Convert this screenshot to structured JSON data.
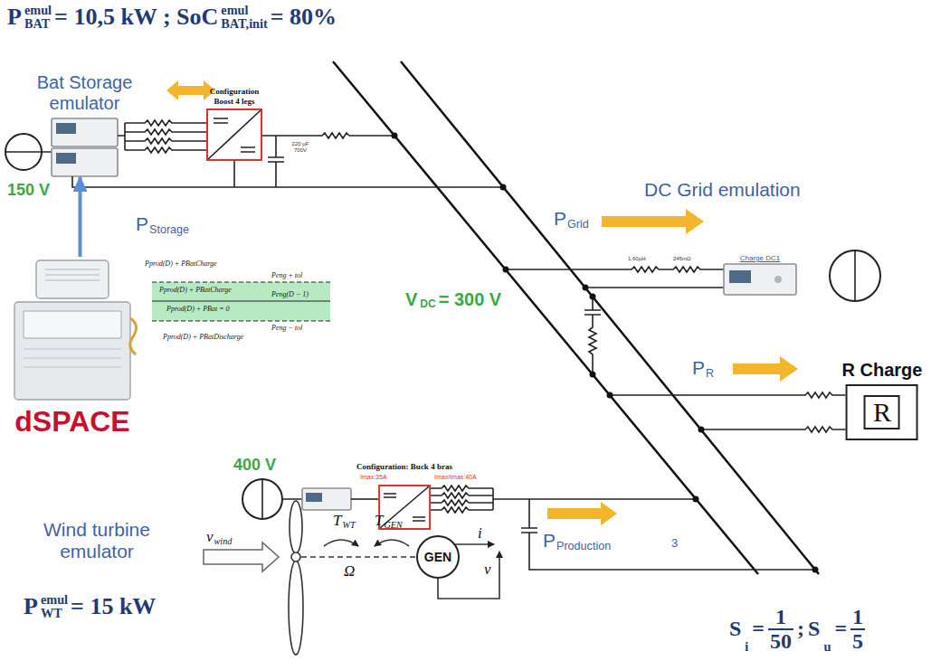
{
  "diagram": {
    "nodes": [
      {
        "text": [
          "Bat Storage emulator"
        ]
      },
      {
        "text": [
          "Configuration Boost 4 legs"
        ]
      },
      {
        "text": [
          "Charge DC1"
        ]
      },
      {
        "text": [
          "dSPACE"
        ]
      },
      {
        "text": [
          "R Charge",
          "R"
        ]
      },
      {
        "text": [
          "Configuration: Buck 4 bras"
        ]
      },
      {
        "text": [
          "GEN"
        ]
      }
    ],
    "edges": [
      {
        "from": 3,
        "to": 0,
        "arrow": "to"
      }
    ],
    "labels": [
      "P",
      "emul",
      "BAT",
      "= 10,5 kW ; SoC",
      "emul",
      "BAT,init",
      "= 80%",
      "150 V",
      "P",
      "Storage",
      "P",
      "Grid",
      "DC Grid emulation",
      "V",
      "DC",
      "= 300 V",
      "P",
      "R",
      "400 V",
      "Wind turbine emulator",
      "v",
      "wind",
      "T",
      "WT",
      "T",
      "GEN",
      "Ω",
      "i",
      "v",
      "P",
      "Production",
      "P",
      "emul",
      "WT",
      "= 15 kW",
      "S",
      "i",
      "=",
      "1",
      "50",
      ";",
      "S",
      "u",
      "=",
      "1",
      "5",
      "3",
      "220 µF 700V",
      "1,60µH",
      "245mΩ",
      "Imax:35A",
      "Imax/Imax:40A",
      "Pprod(D) + PBatCharge",
      "Pprod(D) + PBatCharge",
      "Peng + tol",
      "Peng(D − 1)",
      "Pprod(D) + PBat = 0",
      "Peng − tol",
      "Pprod(D) + PBatDischarge"
    ]
  }
}
